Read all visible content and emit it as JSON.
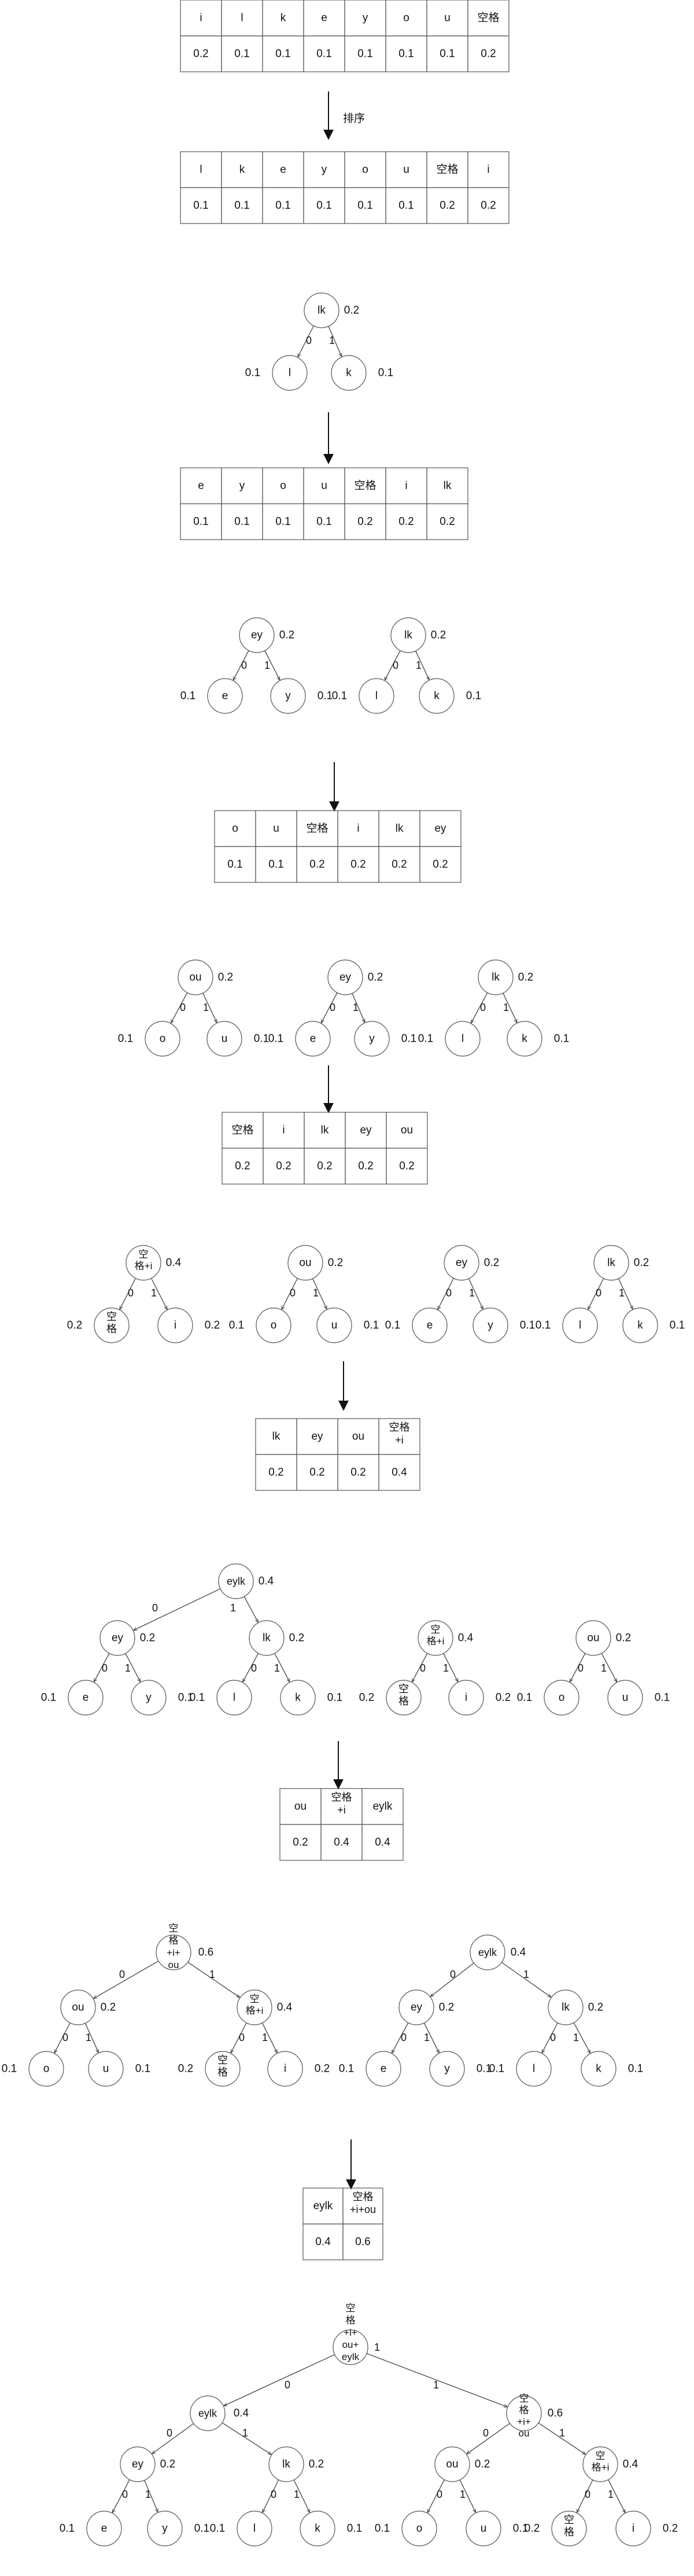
{
  "title": "",
  "colors": {
    "stroke": "#555555",
    "text": "#111111",
    "background": "#ffffff"
  },
  "sort_label": "排序",
  "tables": [
    {
      "chars": [
        "i",
        "l",
        "k",
        "e",
        "y",
        "o",
        "u",
        "空格"
      ],
      "probs": [
        "0.2",
        "0.1",
        "0.1",
        "0.1",
        "0.1",
        "0.1",
        "0.1",
        "0.2"
      ]
    },
    {
      "chars": [
        "l",
        "k",
        "e",
        "y",
        "o",
        "u",
        "空格",
        "i"
      ],
      "probs": [
        "0.1",
        "0.1",
        "0.1",
        "0.1",
        "0.1",
        "0.1",
        "0.2",
        "0.2"
      ]
    },
    {
      "chars": [
        "e",
        "y",
        "o",
        "u",
        "空格",
        "i",
        "lk"
      ],
      "probs": [
        "0.1",
        "0.1",
        "0.1",
        "0.1",
        "0.2",
        "0.2",
        "0.2"
      ]
    },
    {
      "chars": [
        "o",
        "u",
        "空格",
        "i",
        "lk",
        "ey"
      ],
      "probs": [
        "0.1",
        "0.1",
        "0.2",
        "0.2",
        "0.2",
        "0.2"
      ]
    },
    {
      "chars": [
        "空格",
        "i",
        "lk",
        "ey",
        "ou"
      ],
      "probs": [
        "0.2",
        "0.2",
        "0.2",
        "0.2",
        "0.2"
      ]
    },
    {
      "chars": [
        "lk",
        "ey",
        "ou",
        "空格+i"
      ],
      "probs": [
        "0.2",
        "0.2",
        "0.2",
        "0.4"
      ]
    },
    {
      "chars": [
        "ou",
        "空格+i",
        "eylk"
      ],
      "probs": [
        "0.2",
        "0.4",
        "0.4"
      ]
    },
    {
      "chars": [
        "eylk",
        "空格+i+ou"
      ],
      "probs": [
        "0.4",
        "0.6"
      ]
    }
  ],
  "trees": [
    {
      "root": "lk",
      "weight": "0.2",
      "children": [
        {
          "edge": "0",
          "label": "l",
          "weight": "0.1"
        },
        {
          "edge": "1",
          "label": "k",
          "weight": "0.1"
        }
      ]
    },
    {
      "root": "ey",
      "weight": "0.2",
      "children": [
        {
          "edge": "0",
          "label": "e",
          "weight": "0.1"
        },
        {
          "edge": "1",
          "label": "y",
          "weight": "0.1"
        }
      ]
    },
    {
      "root": "ou",
      "weight": "0.2",
      "children": [
        {
          "edge": "0",
          "label": "o",
          "weight": "0.1"
        },
        {
          "edge": "1",
          "label": "u",
          "weight": "0.1"
        }
      ]
    },
    {
      "root": "空格+i",
      "weight": "0.4",
      "children": [
        {
          "edge": "0",
          "label": "空格",
          "weight": "0.2"
        },
        {
          "edge": "1",
          "label": "i",
          "weight": "0.2"
        }
      ]
    },
    {
      "root": "eylk",
      "weight": "0.4",
      "edges": [
        "0",
        "1"
      ]
    },
    {
      "root": "空格+i+ou",
      "weight": "0.6",
      "edges": [
        "0",
        "1"
      ]
    },
    {
      "root": "空格+i+ou+eylk",
      "edges": [
        "0",
        "1"
      ]
    }
  ]
}
